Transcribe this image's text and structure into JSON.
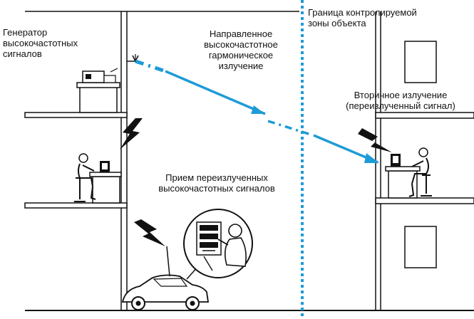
{
  "labels": {
    "generator": "Генератор\nвысокочастотных\nсигналов",
    "directed_emission": "Направленное\nвысокочастотное\nгармоническое\nизлучение",
    "boundary": "Граница контролируемой\nзоны объекта",
    "secondary_emission": "Вторичное излучение\n(переизлученный сигнал)",
    "reception": "Прием переизлученных\nвысокочастотных сигналов"
  },
  "colors": {
    "line": "#111111",
    "signal": "#1e9bd7",
    "boundary": "#1e9bd7",
    "paper": "#ffffff"
  },
  "icons": {
    "lightning": "lightning-bolt-icon",
    "person": "person-at-desk-icon",
    "car": "car-icon",
    "antenna": "antenna-icon"
  }
}
